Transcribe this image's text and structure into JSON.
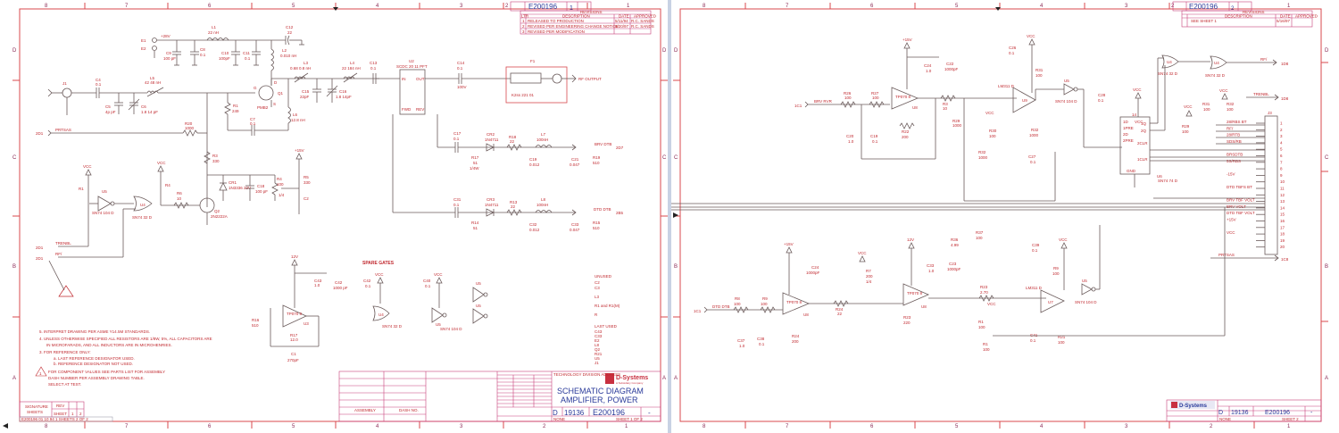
{
  "sheets": [
    {
      "dwg_no": "E200196",
      "sheet_rev": "1",
      "zones_top": [
        "8",
        "7",
        "6",
        "5",
        "4",
        "3",
        "2",
        "1"
      ],
      "zones_side": [
        "D",
        "C",
        "B",
        "A"
      ],
      "revisions": {
        "header": "REVISIONS",
        "columns": [
          "LTR",
          "DESCRIPTION",
          "DATE",
          "APPROVED"
        ],
        "rows": [
          {
            "ltr": "1",
            "desc": "RELEASED TO PRODUCTION",
            "date": "5/11/94",
            "appr": "R.C. SANDS"
          },
          {
            "ltr": "2",
            "desc": "REVISED PER ENGINEERING CHANGE NOTICE",
            "date": "6/20/97",
            "appr": "R.C. SANDS"
          },
          {
            "ltr": "3",
            "desc": "REVISED PER MODIFICATION",
            "date": "",
            "appr": ""
          }
        ]
      },
      "connectors": [
        {
          "ref": "2D1",
          "signal": "PRTSAS"
        },
        {
          "ref": "2D1",
          "signal": "TRENBL"
        },
        {
          "ref": "2D1",
          "signal": "RF/"
        }
      ],
      "components": {
        "E1": "+28V",
        "E2": "",
        "L1": "22 nH",
        "C12": "22",
        "C9": "100 pF",
        "C8": "0.1",
        "C10": "100pF",
        "C11": "0.1",
        "L2": "0.010 nH",
        "L3": "0.68 0.8 nH",
        "L4": "22 184 nH",
        "C13": "0.1",
        "U2": "SCDC 20 11 PFT",
        "C14": "0.1",
        "C14_v": "100V",
        "FL1": "F1",
        "FL1_part": "K2ss 221 01",
        "RF_OUT": "RF OUTPUT",
        "J1": "",
        "C4": "0.1",
        "L5": "42 48 nH",
        "C5": "4p pF",
        "C6": "1.8 14 pF",
        "Q1": "PMB2",
        "R1": "249",
        "C7": "0.1",
        "L6": "12.8 nH",
        "C15": "22pF",
        "C16": "1.8 14pF",
        "R20": "1000",
        "R3": "330",
        "CR1": "1N3336 22V",
        "C18": "100 pF",
        "R4": "100",
        "R4_v": "1/4",
        "Q2": "2N2222A",
        "R5": "330",
        "R6": "10",
        "U5_1": "SN74 104 D",
        "U4_1": "SN74 32 D",
        "C17": "0.1",
        "CR2": "1N4711",
        "R18": "22",
        "L7": "100nH",
        "R17": "51",
        "R17_v": "1/4W",
        "C19": "0.012",
        "C21": "0.047",
        "R19": "510",
        "OUT1": "BRV DTB",
        "OUT1_ref": "2D7",
        "C31": "0.1",
        "CR3": "1N4711",
        "R13": "22",
        "L8": "100nH",
        "R14": "51",
        "C32": "0.012",
        "C33": "0.047",
        "R15": "510",
        "OUT2": "DTD DTB",
        "OUT2_ref": "2B5",
        "U3": "TP070 8",
        "U3_ref": "U3",
        "C43": "1.0",
        "C42_b": "1000 pF",
        "R16": "510",
        "R17b": "12.0",
        "C1": "270pF",
        "spare_title": "SPARE GATES",
        "C42": "0.1",
        "C40": "0.1",
        "U4_2": "SN74 32 D",
        "U5_2": "SN74 104 D"
      },
      "supplies": [
        "+28V",
        "+15V",
        "VCC",
        "VCC",
        "VCC",
        "VCC",
        "12V"
      ],
      "unused_list": {
        "header1": "UNUSED",
        "items1": [
          "C2",
          "C3",
          "",
          "L3",
          "R1 and R1(M)",
          "R"
        ],
        "header2": "LAST USED",
        "items2": [
          "C43",
          "C33",
          "E2",
          "L8",
          "Q2",
          "R21",
          "U5",
          "J1"
        ]
      },
      "notes": [
        "5. INTERPRET DRAWING PER ASME Y14.5M STANDARDS.",
        "4. UNLESS OTHERWISE SPECIFIED ALL RESISTORS ARE 1/8W, 5%, ALL CAPACITORS ARE",
        "   IN MICROFARADS, AND ALL INDUCTORS ARE IN MICROHENRIES.",
        "3. FOR REFERENCE ONLY:",
        "   a. LAST REFERENCE DESIGNATOR USED.",
        "   b. REFERENCE DESIGNATOR NOT USED.",
        "FOR COMPONENT VALUES SEE PARTS LIST FOR ASSEMBLY",
        "DASH NUMBER PER ASSEMBLY DRAWING TABLE.",
        "SELECT AT TEST."
      ],
      "note_flag": "1",
      "sheet_table": {
        "label": "SIGNATURE SHEETS",
        "rev_lbl": "REV",
        "sheet_lbl": "SHEET",
        "sheets": [
          "1",
          "2"
        ]
      },
      "print_footer": "E200196 01 10 94 1 SHEETS 2 OF 2",
      "title_block": {
        "company": "D-Systems",
        "company_tag": "A Subsidiary Company",
        "address": "TECHNOLOGY DIVISION ADDRESS",
        "title_line1": "SCHEMATIC DIAGRAM",
        "title_line2": "AMPLIFIER, POWER",
        "size": "D",
        "cage": "19136",
        "dwg_no": "E200196",
        "rev": "-",
        "scale": "NONE",
        "sheet": "SHEET 1 OF 2",
        "next_assy": "ASSEMBLY",
        "used_on": "DASH NO."
      }
    },
    {
      "dwg_no": "E200196",
      "sheet_rev": "2",
      "zones_top": [
        "8",
        "7",
        "6",
        "5",
        "4",
        "3",
        "2",
        "1"
      ],
      "zones_side": [
        "D",
        "C",
        "B",
        "A"
      ],
      "revisions": {
        "header": "REVISIONS",
        "columns": [
          "LTR",
          "DESCRIPTION",
          "DATE",
          "APPROVED"
        ],
        "rows": [
          {
            "ltr": "",
            "desc": "SEE SHEET 1",
            "date": "5/16/97",
            "appr": ""
          }
        ]
      },
      "connectors": [
        {
          "ref": "1C1",
          "signal": "BRV RVR"
        },
        {
          "ref": "1C1",
          "signal": "DTD DTB"
        },
        {
          "ref": "1D8",
          "signal": "RF/"
        },
        {
          "ref": "1D8",
          "signal": "TRENBL"
        },
        {
          "ref": "1C8",
          "signal": "PRTSAS"
        }
      ],
      "components": {
        "U8_a": "TP070 8",
        "U8_b": "TP070 8",
        "R26": "100",
        "R27": "100",
        "C20": "1.0",
        "C19": "0.1",
        "R22": "200",
        "C24": "1.0",
        "C22": "1000pF",
        "R3": "10",
        "R29": "1000",
        "U9": "LM311 D",
        "R30": "100",
        "R31": "100",
        "R32": "1000",
        "C27": "0.1",
        "C28": "0.1",
        "U5_a": "SN74 104 D",
        "U6": "SN74 74 D",
        "J3": "J3",
        "U4_a": "SN74 32 D",
        "U4_b": "SN74 32 D",
        "R33": "100",
        "R34": "100",
        "R35": "100",
        "R36": "4.99",
        "R37": "100",
        "R8": "100",
        "R9": "100",
        "C37": "1.0",
        "C38": "0.1",
        "R24": "200",
        "R7": "200",
        "R25": "22",
        "R23": "220",
        "C33": "1.0",
        "C34": "1000pF",
        "C35": "1.0",
        "C36": "1000pF",
        "R28": "2.70",
        "U7": "LM311 D",
        "R21": "100",
        "R11": "100",
        "R12": "100",
        "C41": "0.1",
        "C39": "0.1",
        "U5_b": "SN74 104 D"
      },
      "j3_pins": [
        {
          "pin": "1",
          "signal": "28/RBS BT"
        },
        {
          "pin": "2",
          "signal": "RF/"
        },
        {
          "pin": "3",
          "signal": "28/RTB"
        },
        {
          "pin": "4",
          "signal": "SDS/RB"
        },
        {
          "pin": "5",
          "signal": ""
        },
        {
          "pin": "6",
          "signal": "BRSDTB"
        },
        {
          "pin": "7",
          "signal": "5S/RBS"
        },
        {
          "pin": "8",
          "signal": ""
        },
        {
          "pin": "9",
          "signal": "-15V"
        },
        {
          "pin": "10",
          "signal": ""
        },
        {
          "pin": "11",
          "signal": "DTD TBFS BT"
        },
        {
          "pin": "12",
          "signal": ""
        },
        {
          "pin": "13",
          "signal": "BRV TBF VOLT"
        },
        {
          "pin": "14",
          "signal": "BRV VOLT"
        },
        {
          "pin": "15",
          "signal": "DTD TBF VOLT"
        },
        {
          "pin": "16",
          "signal": "+15V"
        },
        {
          "pin": "17",
          "signal": ""
        },
        {
          "pin": "18",
          "signal": "VCC"
        },
        {
          "pin": "19",
          "signal": ""
        },
        {
          "pin": "20",
          "signal": ""
        }
      ],
      "u6_pins": [
        "1D",
        "1PRE",
        "2D",
        "2PRE",
        "2CLR",
        "2Q",
        "1Q",
        "1CLR",
        "GND",
        "VCC"
      ],
      "supplies": [
        "+15V",
        "VCC",
        "+15V",
        "12V",
        "VCC",
        "VCC",
        "VCC",
        "VCC",
        "VCC"
      ],
      "title_block": {
        "company": "D-Systems",
        "size": "D",
        "cage": "19136",
        "dwg_no": "E200196",
        "rev": "-",
        "scale": "NONE",
        "sheet": "SHEET 2"
      }
    }
  ]
}
